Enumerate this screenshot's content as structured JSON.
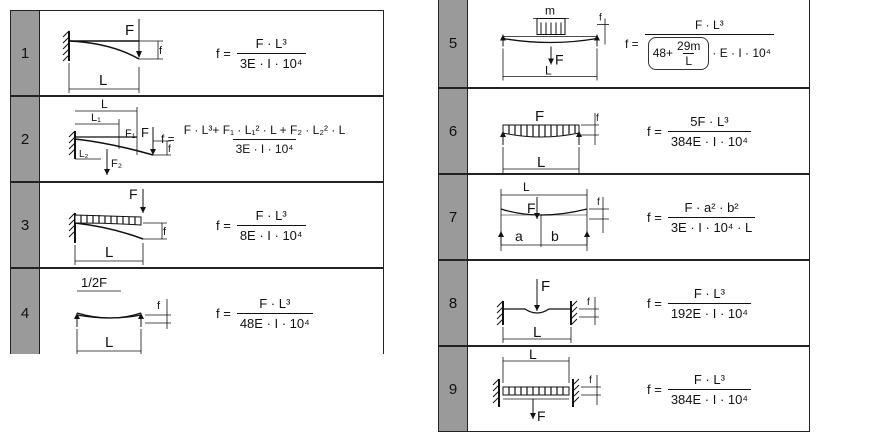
{
  "left_rows": [
    {
      "num": "1",
      "lhs": "f =",
      "numerator": "F · L³",
      "denominator": "3E · I · 10⁴",
      "fig": {
        "F": "F",
        "f": "f",
        "L": "L"
      }
    },
    {
      "num": "2",
      "lhs": "f =",
      "numerator": "F · L³+ F₁ · L₁² · L + F₂ · L₂² · L",
      "denominator": "3E · I · 10⁴",
      "fig": {
        "L": "L",
        "L1": "L₁",
        "F1": "F₁",
        "F": "F",
        "L2": "L₂",
        "F2": "F₂",
        "f": "f"
      }
    },
    {
      "num": "3",
      "lhs": "f =",
      "numerator": "F · L³",
      "denominator": "8E · I · 10⁴",
      "fig": {
        "F": "F",
        "f": "f",
        "L": "L"
      }
    },
    {
      "num": "4",
      "lhs": "f =",
      "numerator": "F · L³",
      "denominator": "48E · I · 10⁴",
      "fig": {
        "F": "1/2F",
        "f": "f",
        "L": "L"
      }
    }
  ],
  "right_rows": [
    {
      "num": "5",
      "lhs": "f =",
      "numerator": "F · L³",
      "den_pre": "48+",
      "den_mini_num": "29m",
      "den_mini_den": "L",
      "den_post": "· E · I · 10⁴",
      "fig": {
        "m": "m",
        "f": "f",
        "F": "F",
        "L": "L"
      }
    },
    {
      "num": "6",
      "lhs": "f =",
      "numerator": "5F · L³",
      "denominator": "384E · I · 10⁴",
      "fig": {
        "F": "F",
        "f": "f",
        "L": "L"
      }
    },
    {
      "num": "7",
      "lhs": "f =",
      "numerator": "F · a² · b²",
      "denominator": "3E · I · 10⁴ · L",
      "fig": {
        "L": "L",
        "F": "F",
        "f": "f",
        "a": "a",
        "b": "b"
      }
    },
    {
      "num": "8",
      "lhs": "f =",
      "numerator": "F · L³",
      "denominator": "192E · I · 10⁴",
      "fig": {
        "F": "F",
        "f": "f",
        "L": "L"
      }
    },
    {
      "num": "9",
      "lhs": "f =",
      "numerator": "F · L³",
      "denominator": "384E · I · 10⁴",
      "fig": {
        "L": "L",
        "f": "f",
        "F": "F"
      }
    }
  ]
}
